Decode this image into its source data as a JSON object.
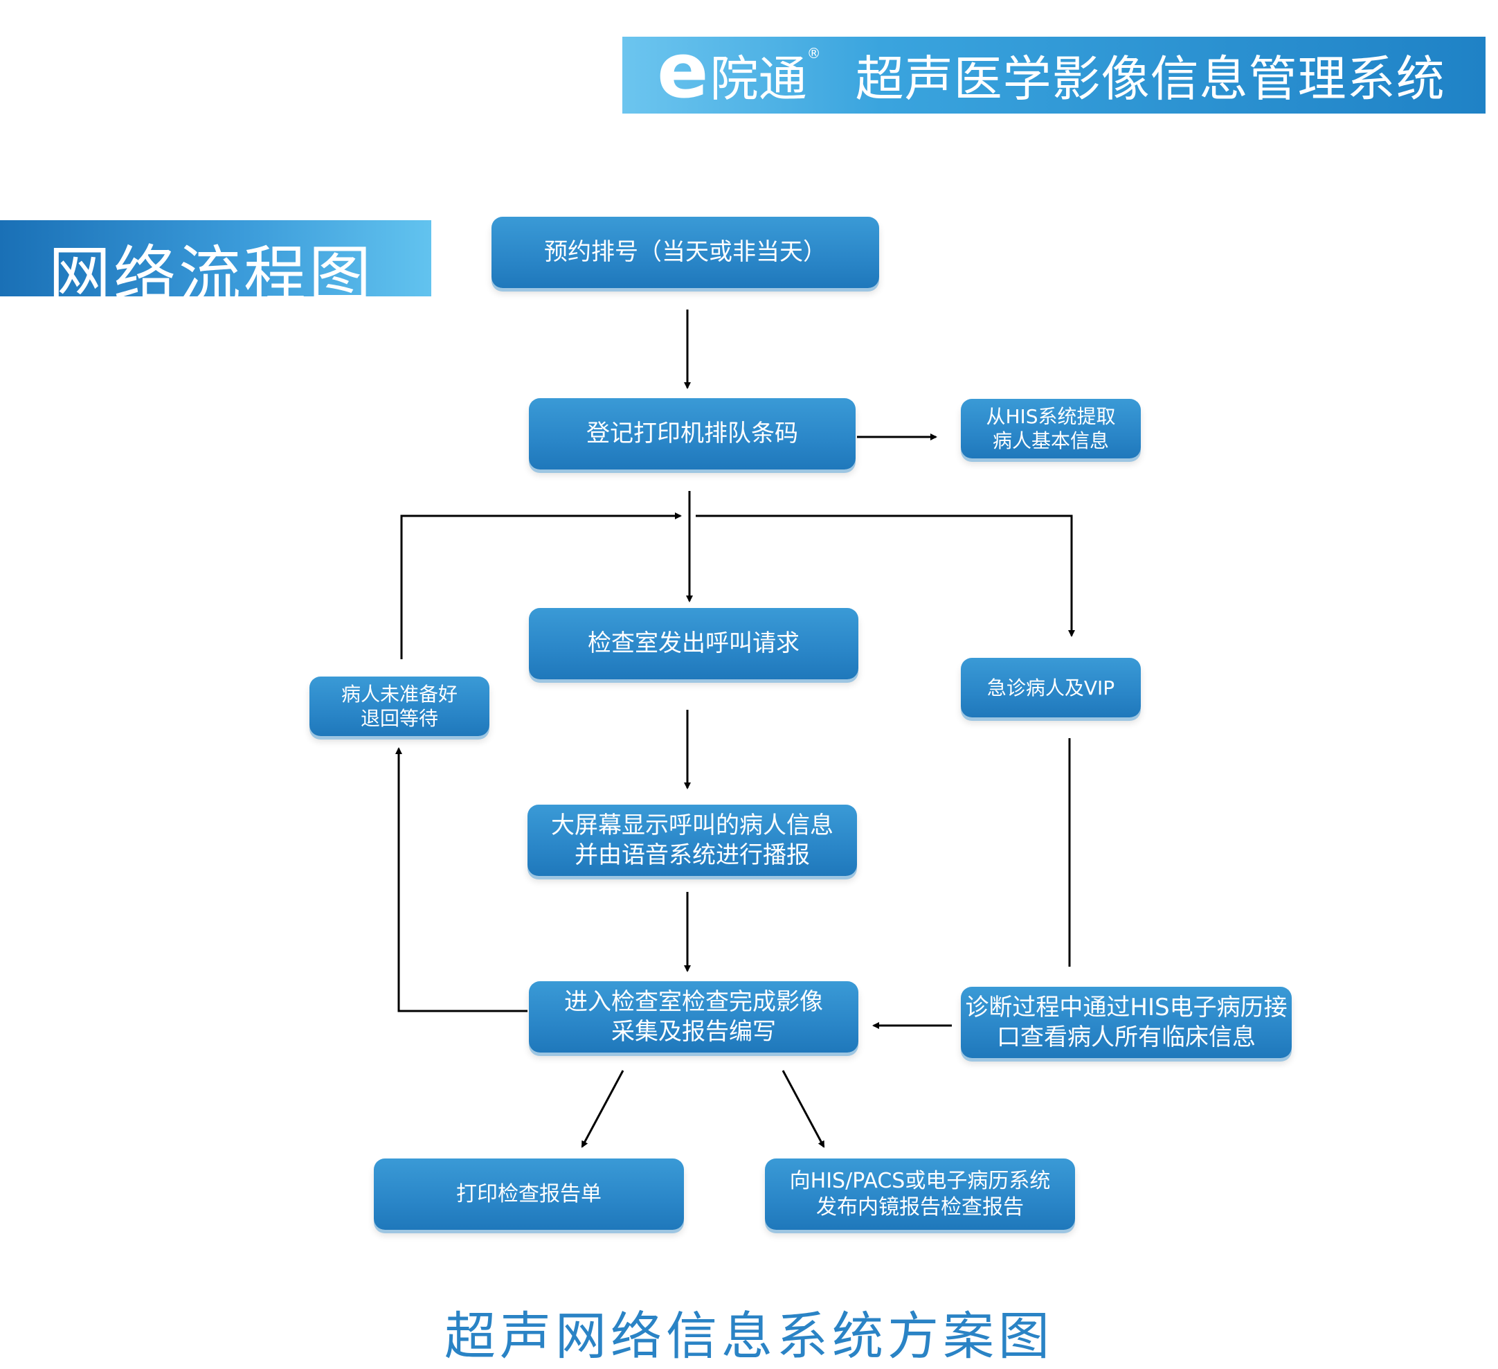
{
  "header": {
    "brand_letter": "e",
    "brand_name": "院通",
    "brand_mark": "®",
    "system_title": "超声医学影像信息管理系统"
  },
  "section_title": "网络流程图",
  "nodes": {
    "appointment": [
      "预约排号（当天或非当天）"
    ],
    "register": [
      "登记打印机排队条码"
    ],
    "his_fetch": [
      "从HIS系统提取",
      "病人基本信息"
    ],
    "call_request": [
      "检查室发出呼叫请求"
    ],
    "not_ready": [
      "病人未准备好",
      "退回等待"
    ],
    "emergency": [
      "急诊病人及VIP"
    ],
    "screen_display": [
      "大屏幕显示呼叫的病人信息",
      "并由语音系统进行播报"
    ],
    "exam": [
      "进入检查室检查完成影像",
      "采集及报告编写"
    ],
    "emr_view": [
      "诊断过程中通过HIS电子病历接",
      "口查看病人所有临床信息"
    ],
    "print_report": [
      "打印检查报告单"
    ],
    "publish_report": [
      "向HIS/PACS或电子病历系统",
      "发布内镜报告检查报告"
    ]
  },
  "footer_caption": "超声网络信息系统方案图",
  "colors": {
    "node_fill": "#2a86c8",
    "banner_dark": "#1f82c6",
    "banner_light": "#6cc5ef",
    "caption": "#2a83c5",
    "connector": "#000000"
  }
}
